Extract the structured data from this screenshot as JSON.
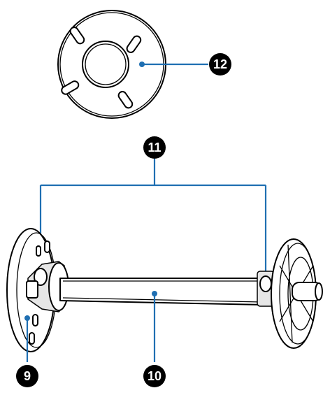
{
  "callouts": {
    "spacer_label": "12",
    "holder_label": "11",
    "roll_core_label": "9",
    "spindle_label": "10"
  },
  "colors": {
    "leader_line": "#1f6fb2",
    "callout_fill": "#000000",
    "callout_text": "#ffffff"
  }
}
